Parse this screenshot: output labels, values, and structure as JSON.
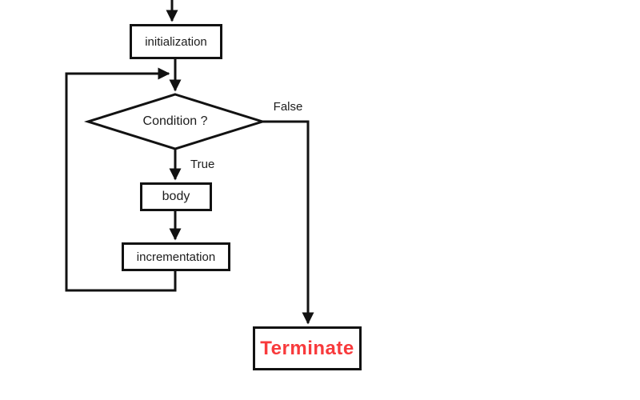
{
  "diagram": {
    "type": "flowchart",
    "description": "Loop control-flow diagram with initialization, condition test, body, incrementation and terminate steps"
  },
  "nodes": {
    "initialization": {
      "label": "initialization",
      "shape": "rectangle"
    },
    "condition": {
      "label": "Condition ?",
      "shape": "diamond"
    },
    "body": {
      "label": "body",
      "shape": "rectangle"
    },
    "incrementation": {
      "label": "incrementation",
      "shape": "rectangle"
    },
    "terminate": {
      "label": "Terminate",
      "shape": "rectangle"
    }
  },
  "edges": {
    "entry": {
      "from": "start",
      "to": "initialization",
      "label": ""
    },
    "init_to_condition": {
      "from": "initialization",
      "to": "condition",
      "label": ""
    },
    "condition_false": {
      "from": "condition",
      "to": "terminate",
      "label": "False"
    },
    "condition_true": {
      "from": "condition",
      "to": "body",
      "label": "True"
    },
    "body_to_incrementation": {
      "from": "body",
      "to": "incrementation",
      "label": ""
    },
    "loop_back": {
      "from": "incrementation",
      "to": "condition",
      "label": ""
    }
  },
  "labels": {
    "false": "False",
    "true": "True"
  },
  "colors": {
    "line": "#121212",
    "box_border": "#121212",
    "box_background": "#ffffff",
    "text": "#1c1c1c",
    "terminate_text": "#f83a3c",
    "page_background": "#ffffff"
  }
}
